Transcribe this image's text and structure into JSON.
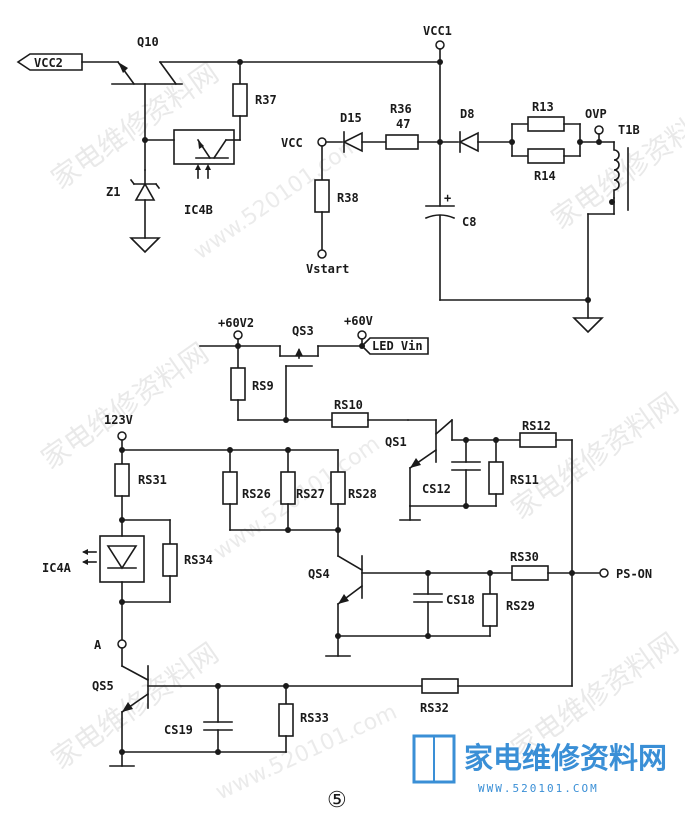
{
  "labels": {
    "vcc2": "VCC2",
    "q10": "Q10",
    "vcc1": "VCC1",
    "r37": "R37",
    "vcc": "VCC",
    "d15": "D15",
    "r36": "R36",
    "r36_val": "47",
    "d8": "D8",
    "r13": "R13",
    "ovp": "OVP",
    "t1b": "T1B",
    "r14": "R14",
    "z1": "Z1",
    "ic4b": "IC4B",
    "r38": "R38",
    "c8": "C8",
    "vstart": "Vstart",
    "v60v2": "+60V2",
    "qs3": "QS3",
    "v60v": "+60V",
    "led_vin": "LED Vin",
    "rs9": "RS9",
    "rs10": "RS10",
    "qs1": "QS1",
    "rs12": "RS12",
    "v123": "123V",
    "rs31": "RS31",
    "rs26": "RS26",
    "rs27": "RS27",
    "rs28": "RS28",
    "cs12": "CS12",
    "rs11": "RS11",
    "ic4a": "IC4A",
    "rs34": "RS34",
    "qs4": "QS4",
    "rs30": "RS30",
    "ps_on": "PS-ON",
    "cs18": "CS18",
    "rs29": "RS29",
    "node_a": "A",
    "qs5": "QS5",
    "cs19": "CS19",
    "rs33": "RS33",
    "rs32": "RS32",
    "figure_number": "⑤"
  },
  "watermark": {
    "site_cn": "家电维修资料网",
    "site_url": "www.520101.com",
    "logo_cn": "家电维修资料网",
    "logo_url": "WWW.520101.COM"
  },
  "colors": {
    "ink": "#1a1a1a",
    "logo": "#3a8fd6",
    "watermark": "#d8d8d8"
  }
}
